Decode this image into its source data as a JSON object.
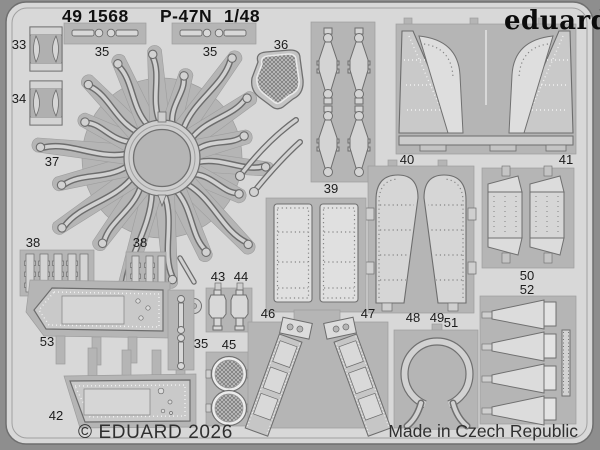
{
  "product": {
    "catalog_code": "49 1568",
    "aircraft": "P-47N",
    "scale": "1/48"
  },
  "brand": {
    "logo_text": "eduard"
  },
  "footer": {
    "copyright": "© EDUARD 2026",
    "made_in": "Made in Czech Republic"
  },
  "part_labels": {
    "p33": "33",
    "p34": "34",
    "p35_top_left": "35",
    "p35_top_right": "35",
    "p35_mid": "35",
    "p36": "36",
    "p37": "37",
    "p38_left": "38",
    "p38_right": "38",
    "p39": "39",
    "p40": "40",
    "p41": "41",
    "p42": "42",
    "p43": "43",
    "p44": "44",
    "p45": "45",
    "p46": "46",
    "p47": "47",
    "p48": "48",
    "p49": "49",
    "p50": "50",
    "p51": "51",
    "p52": "52",
    "p53": "53"
  },
  "colors": {
    "background": "#8e8e8e",
    "sheet": "#d8d8d8",
    "matrix": "#b5b5b5",
    "part_fill": "#d2d2d2",
    "outline": "#6d6d6d",
    "label_text": "#1c1c1c"
  }
}
